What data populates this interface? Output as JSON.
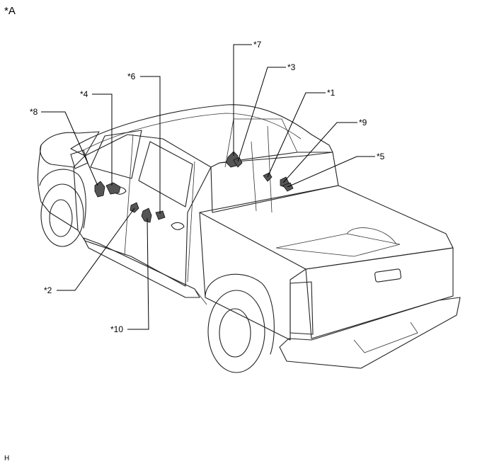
{
  "figure": {
    "view_label": "*A",
    "corner_mark": "H"
  },
  "callouts": [
    {
      "id": "1",
      "text": "*1"
    },
    {
      "id": "2",
      "text": "*2"
    },
    {
      "id": "3",
      "text": "*3"
    },
    {
      "id": "4",
      "text": "*4"
    },
    {
      "id": "5",
      "text": "*5"
    },
    {
      "id": "6",
      "text": "*6"
    },
    {
      "id": "7",
      "text": "*7"
    },
    {
      "id": "8",
      "text": "*8"
    },
    {
      "id": "9",
      "text": "*9"
    },
    {
      "id": "10",
      "text": "*10"
    }
  ]
}
